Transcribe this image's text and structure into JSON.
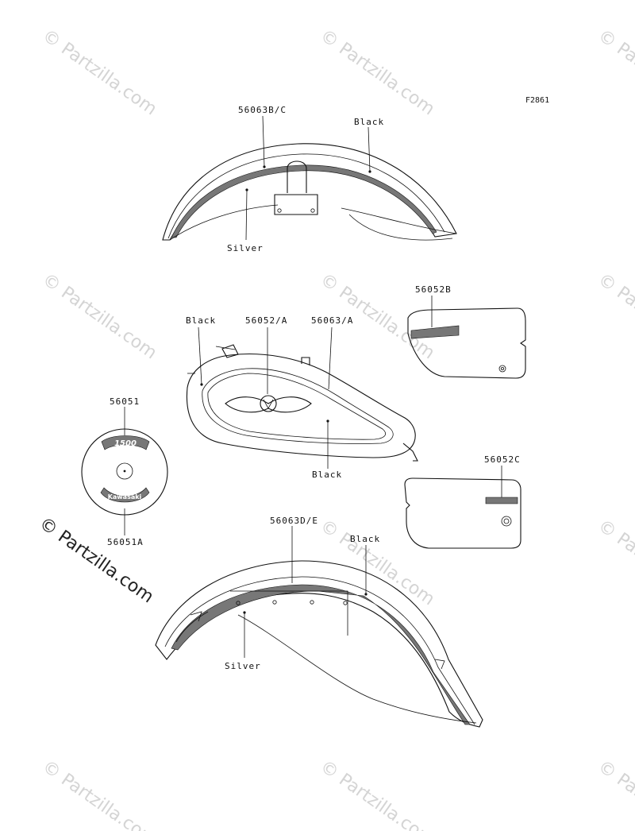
{
  "figure_code": "F2861",
  "watermark": {
    "text": "© Partzilla.com",
    "large_text": "© Partzilla.com"
  },
  "labels": {
    "front_fender_part": "56063B/C",
    "front_fender_black": "Black",
    "front_fender_silver": "Silver",
    "tank_black_left": "Black",
    "tank_emblem_part": "56052/A",
    "tank_stripe_part": "56063/A",
    "tank_black_bottom": "Black",
    "side_cover_right_part": "56052B",
    "side_cover_left_part": "56052C",
    "air_cleaner_top_part": "56051",
    "air_cleaner_bottom_part": "56051A",
    "rear_fender_part": "56063D/E",
    "rear_fender_black": "Black",
    "rear_fender_silver": "Silver"
  },
  "decal_texts": {
    "air_cleaner_number": "1500",
    "air_cleaner_brand": "Kawasaki"
  }
}
